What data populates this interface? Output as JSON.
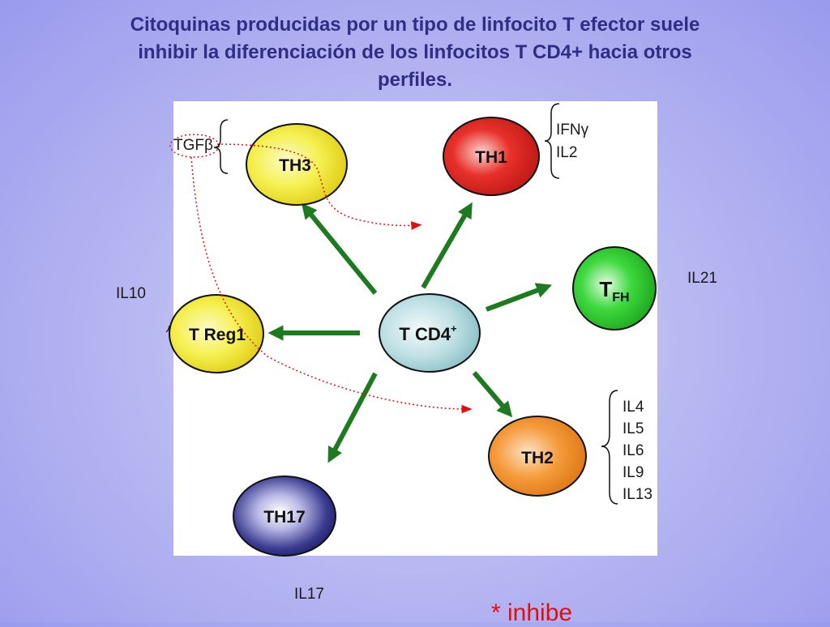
{
  "title": {
    "line1": "Citoquinas producidas por un tipo de linfocito T efector suele",
    "line2": "inhibir la diferenciación de los linfocitos T CD4+ hacia otros",
    "line3": "perfiles."
  },
  "cells": {
    "th3": "TH3",
    "th1": "TH1",
    "tfh_main": "T",
    "tfh_sub": "FH",
    "treg1": "T Reg1",
    "tcd4": "T CD4",
    "tcd4_sup": "+",
    "th2": "TH2",
    "th17": "TH17"
  },
  "cytokines": {
    "th3": [
      "TGFβ"
    ],
    "th1": [
      "IFNγ",
      "IL2"
    ],
    "th2": [
      "IL4",
      "IL5",
      "IL6",
      "IL9",
      "IL13"
    ],
    "tfh": "IL21",
    "treg1": "IL10",
    "th17": "IL17"
  },
  "footer": {
    "inhibe": "* inhibe"
  },
  "colors": {
    "title": "#2e2e86",
    "arrow": "#1e7a1e",
    "inhibition": "#e01010",
    "th3": "#f5f050",
    "th1": "#e8302a",
    "tfh": "#3fd93f",
    "treg1": "#f5f050",
    "tcd4": "#bfe0e4",
    "th2": "#f59a3a",
    "th17": "#2a2a7a"
  }
}
